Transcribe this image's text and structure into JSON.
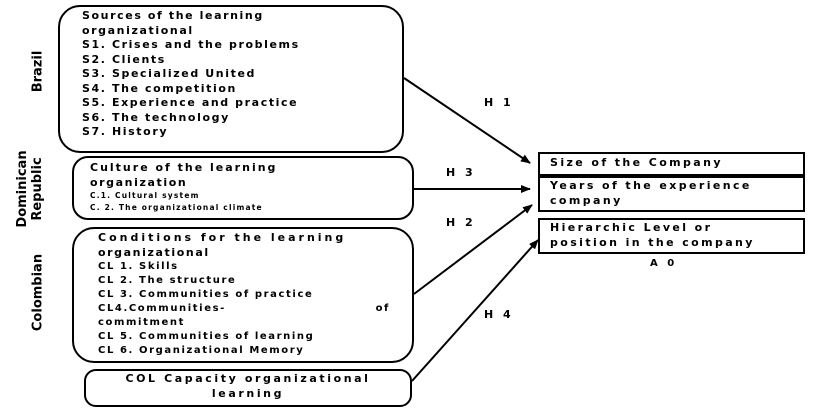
{
  "countries": {
    "brazil": "Brazil",
    "dominican_line1": "Dominican",
    "dominican_line2": "Republic",
    "colombian": "Colombian"
  },
  "sources_box": {
    "lines": [
      "Sources of the learning",
      "organizational",
      "S1. Crises and the problems",
      "S2. Clients",
      "S3. Specialized United",
      "S4. The competition",
      "S5.  Experience and practice",
      "S6. The technology",
      "S7. History"
    ]
  },
  "culture_box": {
    "title1": "Culture of the learning",
    "title2": "organization",
    "item1": "C.1. Cultural system",
    "item2": "C. 2. The organizational climate"
  },
  "conditions_box": {
    "title1": "Conditions for the learning",
    "title2": "organizational",
    "items": [
      "CL 1. Skills",
      "CL 2.  The structure",
      "CL 3. Communities of practice",
      "CL4.Communities-",
      "of",
      "commitment",
      "CL 5. Communities of learning",
      "CL 6. Organizational Memory"
    ]
  },
  "col_box": {
    "line1": "COL Capacity organizational",
    "line2": "learning"
  },
  "right_boxes": {
    "size": "Size of the Company",
    "years1": "Years of the experience",
    "years2": "company",
    "hier1": "Hierarchic Level or",
    "hier2": "position in the company",
    "label": "A 0"
  },
  "hypotheses": {
    "h1": "H 1",
    "h2": "H 2",
    "h3": "H 3",
    "h4": "H 4"
  }
}
